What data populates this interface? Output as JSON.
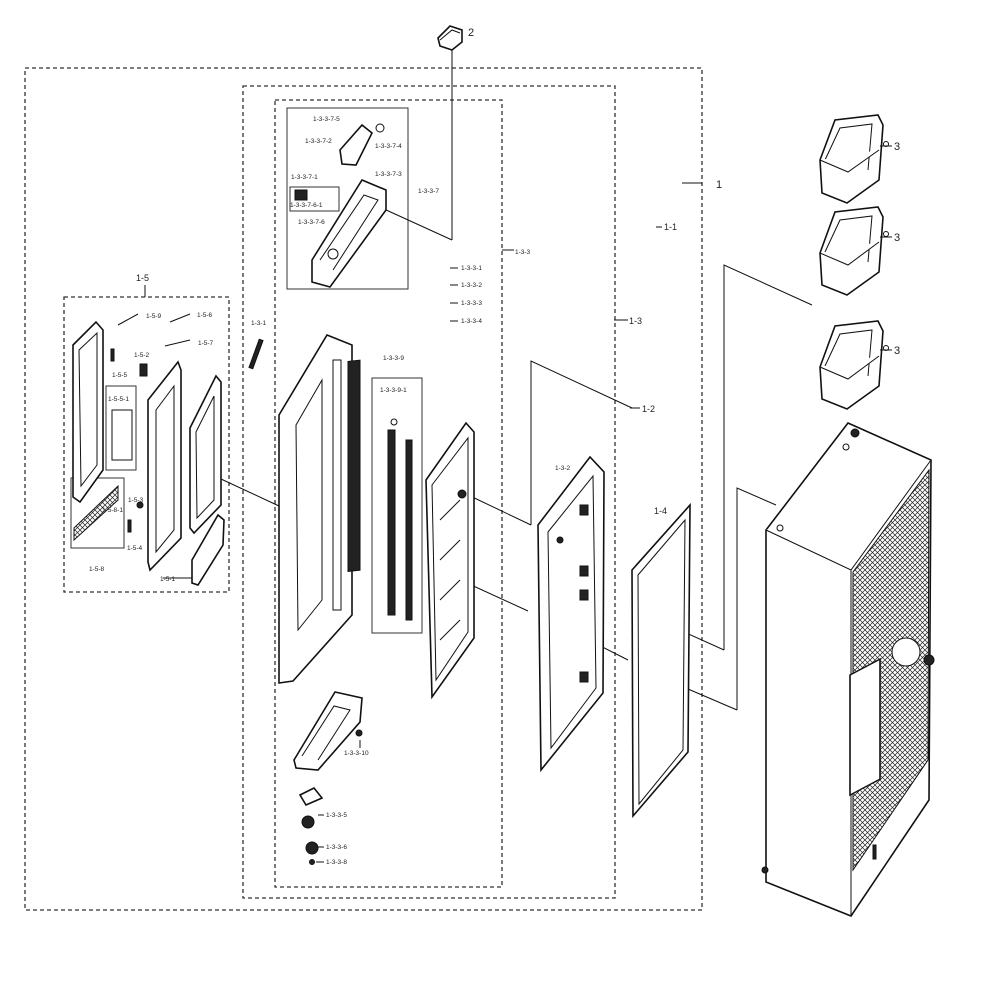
{
  "labels": {
    "l_2": "2",
    "l_1": "1",
    "l_1_1": "1-1",
    "l_1_2": "1-2",
    "l_1_3": "1-3",
    "l_1_4": "1-4",
    "l_1_5": "1-5",
    "l_1_3_1": "1-3-1",
    "l_1_3_2": "1-3-2",
    "l_1_3_3": "1-3-3",
    "l_1_3_3_1": "1-3-3-1",
    "l_1_3_3_2": "1-3-3-2",
    "l_1_3_3_3": "1-3-3-3",
    "l_1_3_3_4": "1-3-3-4",
    "l_1_3_3_5": "1-3-3-5",
    "l_1_3_3_6": "1-3-3-6",
    "l_1_3_3_7": "1-3-3-7",
    "l_1_3_3_8": "1-3-3-8",
    "l_1_3_3_9": "1-3-3-9",
    "l_1_3_3_9_1": "1-3-3-9-1",
    "l_1_3_3_10": "1-3-3-10",
    "l_1_3_3_7_1": "1-3-3-7-1",
    "l_1_3_3_7_2": "1-3-3-7-2",
    "l_1_3_3_7_3": "1-3-3-7-3",
    "l_1_3_3_7_4": "1-3-3-7-4",
    "l_1_3_3_7_5": "1-3-3-7-5",
    "l_1_3_3_7_6": "1-3-3-7-6",
    "l_1_3_3_7_6_1": "1-3-3-7-6-1",
    "l_1_5_1": "1-5-1",
    "l_1_5_2": "1-5-2",
    "l_1_5_3": "1-5-3",
    "l_1_5_4": "1-5-4",
    "l_1_5_5": "1-5-5",
    "l_1_5_5_1": "1-5-5-1",
    "l_1_5_6": "1-5-6",
    "l_1_5_7": "1-5-7",
    "l_1_5_8": "1-5-8",
    "l_1_5_8_1": "1-5-8-1",
    "l_1_5_9": "1-5-9",
    "l_3a": "3",
    "l_3b": "3",
    "l_3c": "3"
  }
}
